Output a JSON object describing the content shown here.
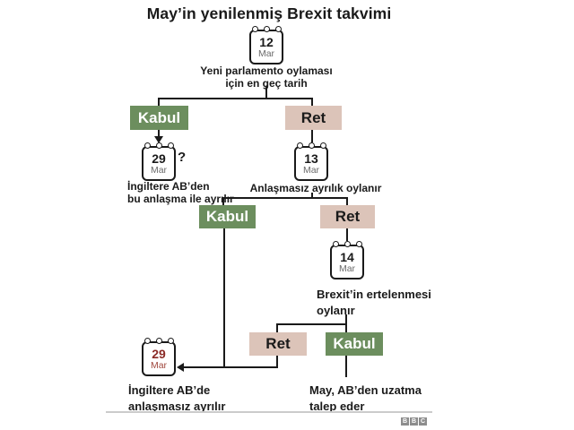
{
  "title": "May’in yenilenmiş Brexit takvimi",
  "flow": {
    "start": {
      "calendar": {
        "day": "12",
        "month": "Mar"
      },
      "caption": [
        "Yeni parlamento oylaması",
        "için en geç tarih"
      ]
    },
    "level1": {
      "accept": {
        "label": "Kabul",
        "calendar": {
          "day": "29",
          "month": "Mar"
        },
        "question_mark": "?",
        "caption": [
          "İngiltere AB’den",
          "bu anlaşma ile ayrılır"
        ]
      },
      "reject": {
        "label": "Ret",
        "calendar": {
          "day": "13",
          "month": "Mar"
        },
        "caption": [
          "Anlaşmasız ayrılık oylanır"
        ]
      }
    },
    "level2": {
      "accept": {
        "label": "Kabul"
      },
      "reject": {
        "label": "Ret",
        "calendar": {
          "day": "14",
          "month": "Mar"
        },
        "caption": [
          "Brexit’in ertelenmesi",
          "oylanır"
        ]
      }
    },
    "level3": {
      "reject": {
        "label": "Ret",
        "calendar": {
          "day": "29",
          "month": "Mar"
        },
        "caption": [
          "İngiltere AB’de",
          "anlaşmasız ayrılır"
        ]
      },
      "accept": {
        "label": "Kabul",
        "caption": [
          "May, AB’den uzatma",
          "talep eder"
        ]
      }
    }
  },
  "footer": {
    "logo": [
      "B",
      "B",
      "C"
    ]
  },
  "colors": {
    "accept_green": "#6c8e5e",
    "reject_pink": "#dcc4b9",
    "red_day": "#8b2a26",
    "red_month": "#a1493f",
    "line": "#1a1a1a",
    "divider": "#cbcbcb",
    "logo_gray": "#8d8d8d",
    "month_gray": "#6b6b6b"
  }
}
